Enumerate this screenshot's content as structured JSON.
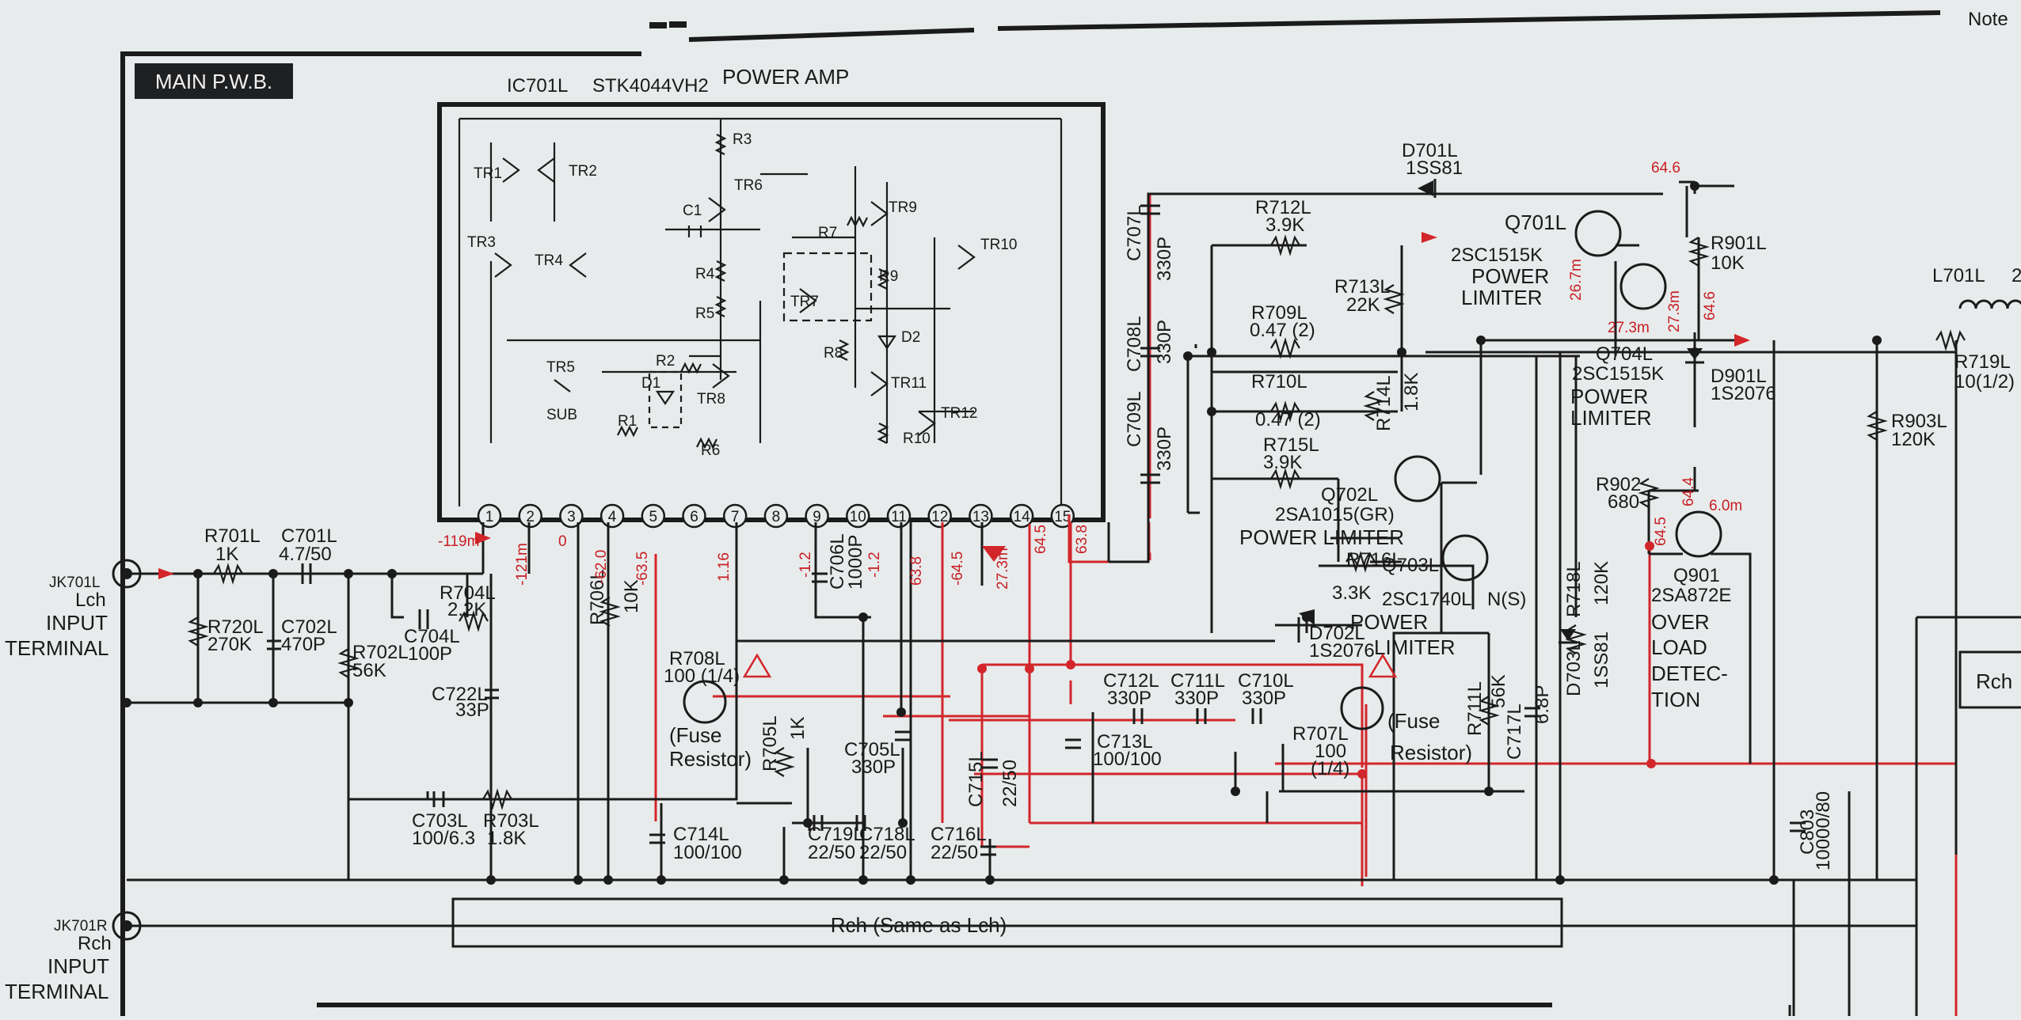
{
  "board": {
    "title": "MAIN P.W.B.",
    "note": "Note"
  },
  "ic": {
    "ref": "IC701L",
    "part": "STK4044VH2",
    "desc": "POWER AMP",
    "pins": [
      "1",
      "2",
      "3",
      "4",
      "5",
      "6",
      "7",
      "8",
      "9",
      "10",
      "11",
      "12",
      "13",
      "14",
      "15"
    ],
    "internal": [
      "TR1",
      "TR2",
      "TR3",
      "TR4",
      "TR5",
      "TR6",
      "TR7",
      "TR8",
      "TR9",
      "TR10",
      "TR11",
      "TR12",
      "R1",
      "R2",
      "R3",
      "R4",
      "R5",
      "R6",
      "R7",
      "R8",
      "R9",
      "R10",
      "C1",
      "D1",
      "D2",
      "SUB"
    ]
  },
  "voltages": {
    "p1": "-119m",
    "p2": "-121m",
    "p3": "0",
    "p4": "-62.0",
    "p5": "-63.5",
    "p7": "1.16",
    "p9": "-1.2",
    "p10": "-1.2",
    "p11": "63.8",
    "p12": "-64.5",
    "p13": "27.3m",
    "p14": "64.5",
    "p15": "63.8",
    "q701_e": "26.7m",
    "q701_c": "64.6",
    "q704_b": "27.3m",
    "q704_e": "27.3m",
    "q704_c": "64.6",
    "q901_c": "64.5",
    "q901_e": "64.4",
    "q901_b": "6.0m"
  },
  "components": {
    "r701": [
      "R701L",
      "1K"
    ],
    "c701": [
      "C701L",
      "4.7/50"
    ],
    "r720": [
      "R720L",
      "270K"
    ],
    "c702": [
      "C702L",
      "470P"
    ],
    "r702": [
      "R702L",
      "56K"
    ],
    "r704": [
      "R704L",
      "2.2K"
    ],
    "c704": [
      "C704L",
      "100P"
    ],
    "c722": [
      "C722L",
      "33P"
    ],
    "r706": [
      "R706L",
      "10K"
    ],
    "r708": [
      "R708L",
      "100 (1/4)"
    ],
    "r705": [
      "R705L",
      "1K"
    ],
    "c706": [
      "C706L",
      "1000P"
    ],
    "c705": [
      "C705L",
      "330P"
    ],
    "c703": [
      "C703L",
      "100/6.3"
    ],
    "r703": [
      "R703L",
      "1.8K"
    ],
    "c714": [
      "C714L",
      "100/100"
    ],
    "c719": [
      "C719L",
      "22/50"
    ],
    "c718": [
      "C718L",
      "22/50"
    ],
    "c716": [
      "C716L",
      "22/50"
    ],
    "c715": [
      "C715L",
      "22/50"
    ],
    "c712": [
      "C712L",
      "330P"
    ],
    "c711": [
      "C711L",
      "330P"
    ],
    "c710": [
      "C710L",
      "330P"
    ],
    "c713": [
      "C713L",
      "100/100"
    ],
    "r707": [
      "R707L",
      "100",
      "(1/4)"
    ],
    "c707": [
      "C707L",
      "330P"
    ],
    "c708": [
      "C708L",
      "330P"
    ],
    "c709": [
      "C709L",
      "330P"
    ],
    "d701": [
      "D701L",
      "1SS81"
    ],
    "r712": [
      "R712L",
      "3.9K"
    ],
    "r713": [
      "R713L",
      "22K"
    ],
    "r709": [
      "R709L",
      "0.47 (2)"
    ],
    "r710": [
      "R710L",
      "0.47 (2)"
    ],
    "r714": [
      "R714L",
      "1.8K"
    ],
    "r715": [
      "R715L",
      "3.9K"
    ],
    "r716": [
      "R716L",
      "3.3K"
    ],
    "d702": [
      "D702L",
      "1S2076"
    ],
    "r711": [
      "R711L",
      "56K"
    ],
    "c717": [
      "C717L",
      "6.8P"
    ],
    "r718": [
      "R718L",
      "120K"
    ],
    "d703": [
      "D703L",
      "1SS81"
    ],
    "r901": [
      "R901L",
      "10K"
    ],
    "d901": [
      "D901L",
      "1S2076"
    ],
    "r903": [
      "R903L",
      "120K"
    ],
    "r902": [
      "R902",
      "680"
    ],
    "l701": [
      "L701L",
      "2"
    ],
    "r719": [
      "R719L",
      "10(1/2)"
    ],
    "c803": [
      "C803",
      "10000/80"
    ]
  },
  "transistors": {
    "q701": [
      "Q701L",
      "2SC1515K",
      "POWER",
      "LIMITER"
    ],
    "q704": [
      "Q704L",
      "2SC1515K",
      "POWER",
      "LIMITER"
    ],
    "q702": [
      "Q702L",
      "2SA1015(GR)",
      "POWER LIMITER"
    ],
    "q703": [
      "Q703L",
      "2SC1740L",
      "N(S)",
      "POWER",
      "LIMITER"
    ],
    "q901": [
      "Q901",
      "2SA872E",
      "OVER",
      "LOAD",
      "DETEC-",
      "TION"
    ]
  },
  "labels": {
    "fuse1": [
      "(Fuse",
      "Resistor)"
    ],
    "fuse2": [
      "(Fuse",
      "Resistor)"
    ],
    "jk_l": [
      "JK701L",
      "Lch",
      "INPUT",
      "TERMINAL"
    ],
    "jk_r": [
      "JK701R",
      "Rch",
      "INPUT",
      "TERMINAL"
    ],
    "rch_block": "Rch (Same as Lch)",
    "rch_right": "Rch"
  }
}
